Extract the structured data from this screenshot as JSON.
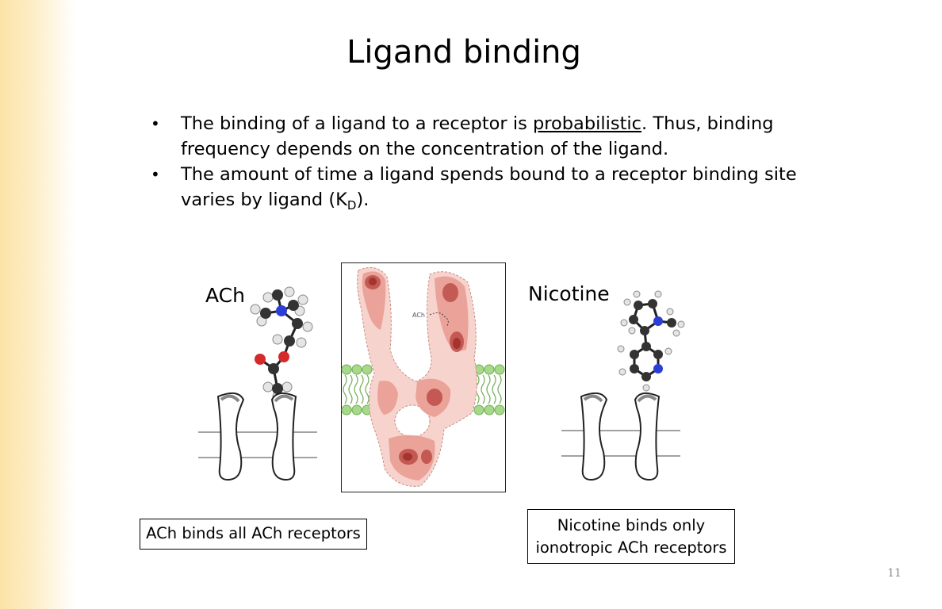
{
  "slide": {
    "title": "Ligand binding",
    "bullet_symbol": "•",
    "bullet1": {
      "before": "The binding of a ligand to a receptor is ",
      "underlined": "probabilistic",
      "after": ". Thus, binding frequency depends on the concentration of the ligand."
    },
    "bullet2": {
      "before": "The amount of time a ligand spends bound to a receptor binding site varies by ligand (K",
      "subscript": "D",
      "after": ")."
    },
    "page_number": "11"
  },
  "figure": {
    "ach_label": "ACh",
    "nicotine_label": "Nicotine",
    "density_map_label": "ACh",
    "ach_caption": "ACh binds all ACh receptors",
    "nicotine_caption_line1": "Nicotine binds only",
    "nicotine_caption_line2": "ionotropic ACh receptors"
  },
  "colors": {
    "band": "#fbe3a6",
    "density_dark": "#b3403c",
    "density_light": "#f4c9c2",
    "membrane_green": "#a8d98a",
    "nitrogen_blue": "#2b3fd6",
    "oxygen_red": "#d42a2a",
    "carbon_dark": "#333333"
  }
}
